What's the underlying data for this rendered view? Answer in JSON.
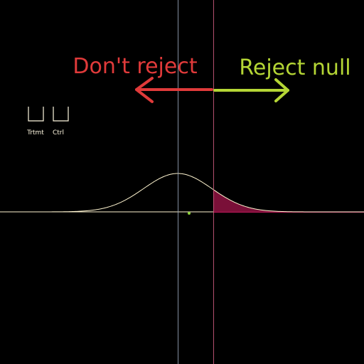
{
  "labels": {
    "dont_reject": "Don't reject",
    "reject_null": "Reject null"
  },
  "legend": {
    "items": [
      {
        "label": "Trtmt",
        "icon": "cup-icon"
      },
      {
        "label": "Ctrl",
        "icon": "cup-icon"
      }
    ]
  },
  "colors": {
    "background": "#000000",
    "dont_reject": "#e03a3a",
    "reject_null": "#b5d635",
    "curve": "#fff5d0",
    "rejection_region": "#7a1038",
    "rejection_edge": "#c2185b",
    "critical_line": "#c8587a",
    "mean_line": "#9aa8bc",
    "legend": "#fff8e0",
    "sample_point": "#8cd23a"
  }
}
